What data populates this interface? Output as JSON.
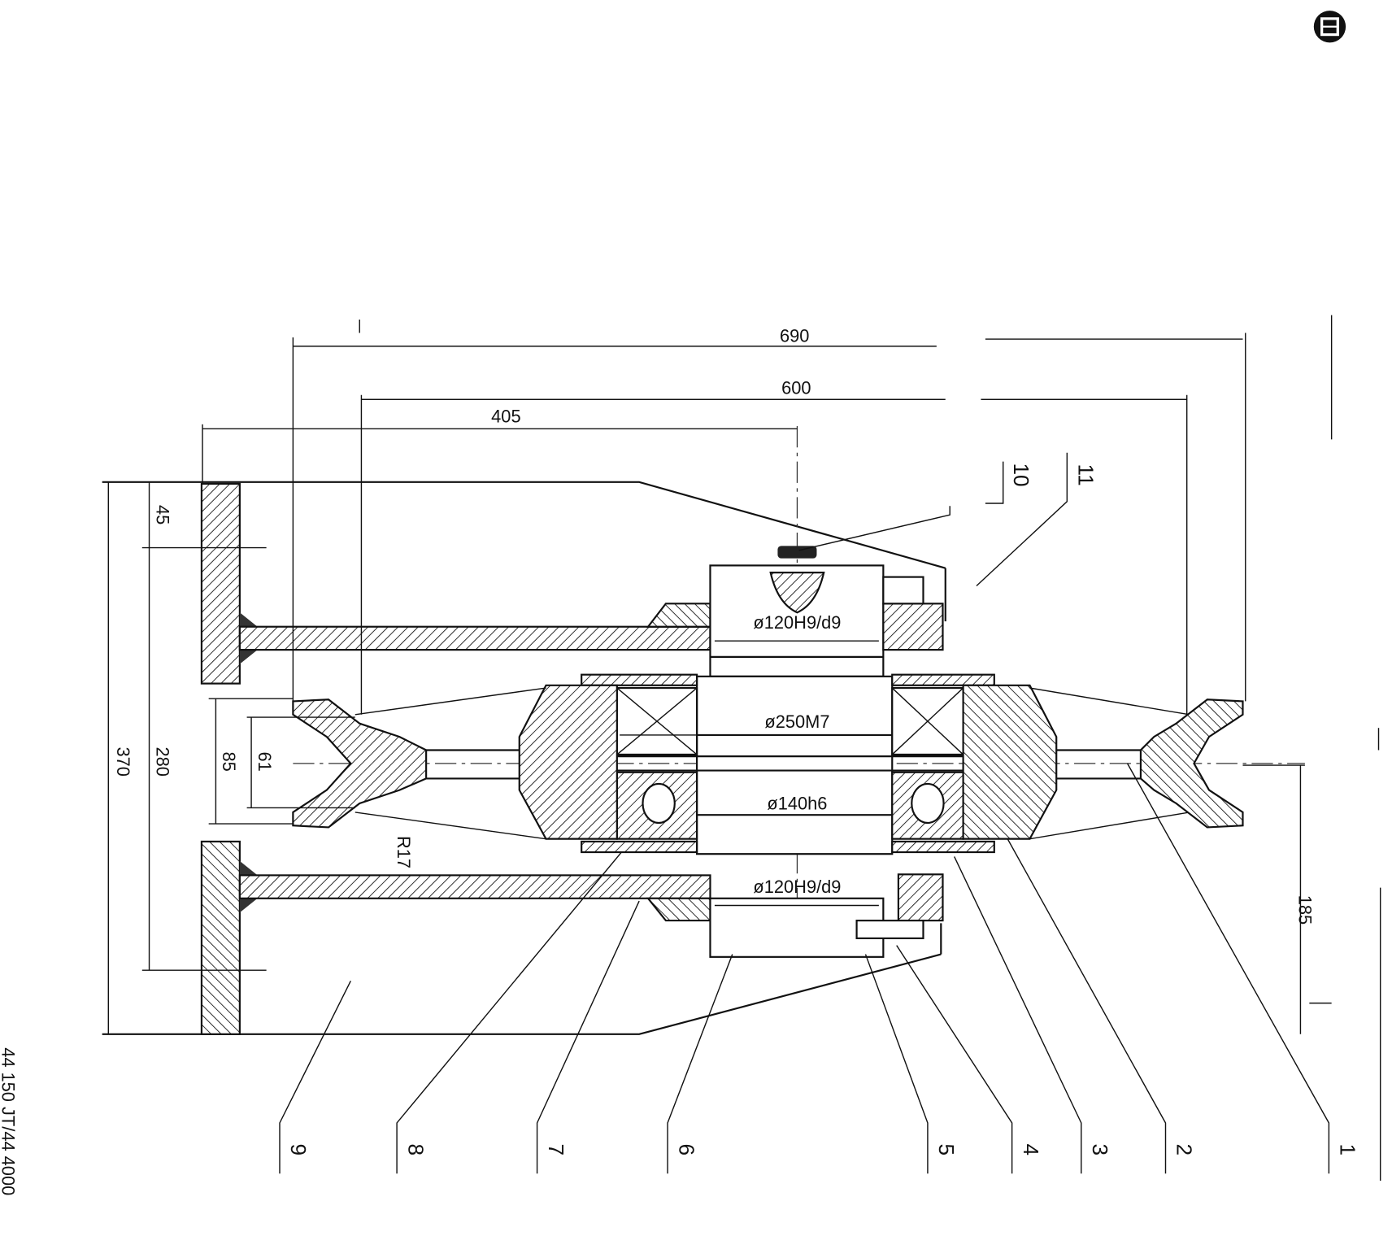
{
  "drawing": {
    "dimensions": {
      "d690": "690",
      "d600": "600",
      "d405": "405",
      "d45": "45",
      "d370": "370",
      "d280": "280",
      "d85": "85",
      "d61": "61",
      "r17": "R17",
      "d185": "185"
    },
    "fits": {
      "upper_bore": "ø120H9/d9",
      "outer_bore": "ø250M7",
      "shaft": "ø140h6",
      "lower_bore": "ø120H9/d9"
    },
    "part_numbers": [
      "1",
      "2",
      "3",
      "4",
      "5",
      "6",
      "7",
      "8",
      "9",
      "10",
      "11"
    ],
    "margin_text": "44 150 JT/44 4000",
    "logo_icon": "stamp-logo"
  }
}
